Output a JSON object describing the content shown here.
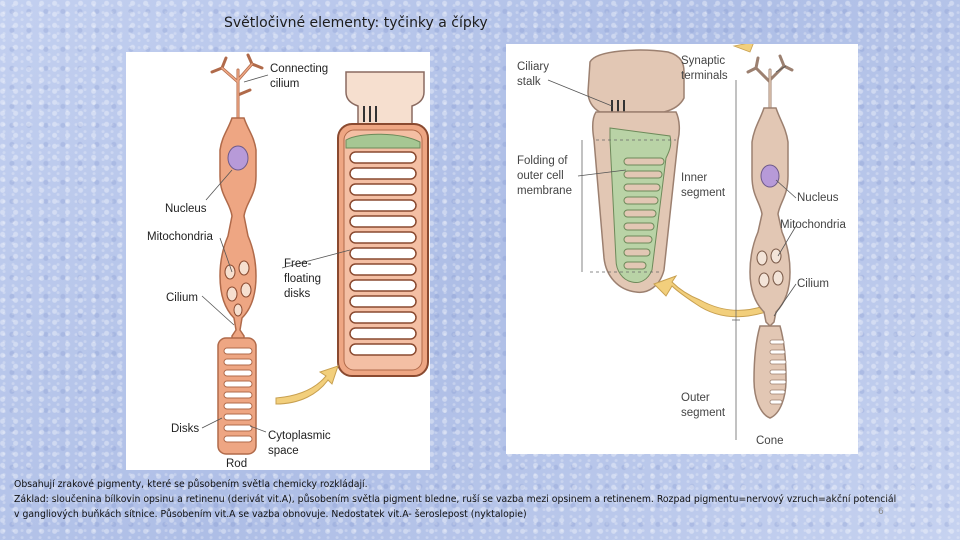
{
  "title": "Světločivné elementy: tyčinky a čípky",
  "rod_diagram": {
    "labels": {
      "connecting_cilium": [
        "Connecting",
        "cilium"
      ],
      "nucleus": "Nucleus",
      "mitochondria": "Mitochondria",
      "free_floating_disks": [
        "Free-",
        "floating",
        "disks"
      ],
      "cilium": "Cilium",
      "disks": "Disks",
      "cytoplasmic_space": [
        "Cytoplasmic",
        "space"
      ],
      "rod": "Rod"
    }
  },
  "cone_diagram": {
    "labels": {
      "ciliary_stalk": [
        "Ciliary",
        "stalk"
      ],
      "synaptic_terminals": [
        "Synaptic",
        "terminals"
      ],
      "folding": [
        "Folding of",
        "outer cell",
        "membrane"
      ],
      "inner_segment": [
        "Inner",
        "segment"
      ],
      "nucleus": "Nucleus",
      "mitochondria": "Mitochondria",
      "cilium": "Cilium",
      "outer_segment": [
        "Outer",
        "segment"
      ],
      "cone": "Cone"
    }
  },
  "caption": {
    "line1": "Obsahují zrakové pigmenty, které se působením světla chemicky rozkládají.",
    "line2": "Základ: sloučenina bílkovin opsinu a retinenu (derivát vit.A), působením světla pigment bledne, ruší se vazba mezi opsinem a retinenem. Rozpad pigmentu=nervový vzruch=akční potenciál",
    "line3": " v gangliových buňkách sítnice. Působením vit.A se vazba obnovuje. Nedostatek vit.A- šeroslepost (nyktalopie)"
  },
  "slide_number": "6",
  "colors": {
    "cell_fill": "#eea683",
    "cell_stroke": "#b06a4a",
    "nucleus": "#b79ad8",
    "cone_fill": "#e2c7b4",
    "cone_green": "#b9d3a6",
    "arrow": "#f2cf7c"
  }
}
